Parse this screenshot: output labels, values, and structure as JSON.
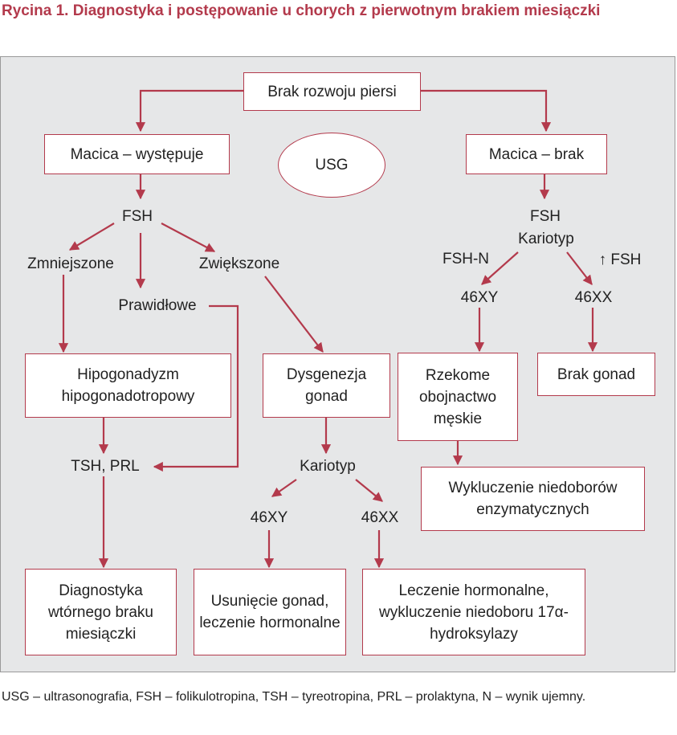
{
  "figure": {
    "title": "Rycina 1. Diagnostyka i postępowanie u chorych z pierwotnym brakiem miesiączki",
    "footnote": "USG – ultrasonografia, FSH – folikulotropina, TSH – tyreotropina, PRL – prolaktyna, N – wynik ujemny."
  },
  "nodes": {
    "root": "Brak rozwoju piersi",
    "uterus_present": "Macica – występuje",
    "usg": "USG",
    "uterus_absent": "Macica – brak",
    "fsh_left": "FSH",
    "decreased": "Zmniejszone",
    "normal": "Prawidłowe",
    "increased": "Zwiększone",
    "hypogonadism": "Hipogonadyzm hipogonadotropowy",
    "tsh_prl": "TSH, PRL",
    "secondary_diag": "Diagnostyka wtórnego braku miesiączki",
    "dysgenesis": "Dysgenezja gonad",
    "karyotype_mid": "Kariotyp",
    "mid_46xy": "46XY",
    "mid_46xx": "46XX",
    "gonad_removal": "Usunięcie gonad, leczenie hormonalne",
    "hormonal_treatment": "Leczenie hormonalne, wykluczenie niedoboru 17α-hydroksylazy",
    "fsh_right": "FSH",
    "karyotype_right": "Kariotyp",
    "fsh_n": "FSH-N",
    "fsh_up": "↑ FSH",
    "right_46xy": "46XY",
    "right_46xx": "46XX",
    "pseudo_herm": "Rzekome obojnactwo męskie",
    "no_gonads": "Brak gonad",
    "enzyme_exclusion": "Wykluczenie niedoborów enzymatycznych"
  },
  "colors": {
    "accent": "#b33a4c",
    "panel": "#e6e7e8",
    "box": "#ffffff"
  }
}
